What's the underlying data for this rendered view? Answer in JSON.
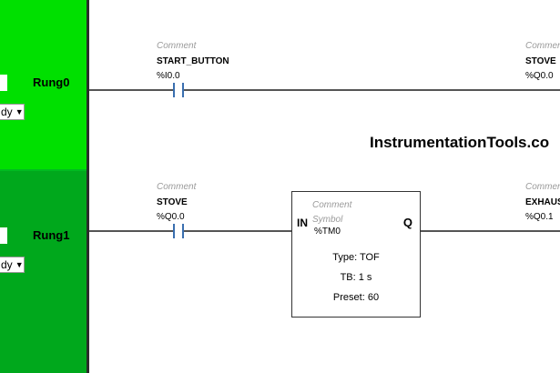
{
  "watermark": "InstrumentationTools.co",
  "rungs": [
    {
      "name": "Rung0",
      "status": "dy",
      "inputs": [
        {
          "comment": "Comment",
          "symbol": "START_BUTTON",
          "address": "%I0.0"
        }
      ],
      "output": {
        "comment": "Comment",
        "symbol": "STOVE",
        "address": "%Q0.0"
      }
    },
    {
      "name": "Rung1",
      "status": "dy",
      "inputs": [
        {
          "comment": "Comment",
          "symbol": "STOVE",
          "address": "%Q0.0"
        }
      ],
      "timer": {
        "comment": "Comment",
        "symbol": "Symbol",
        "address": "%TM0",
        "in_label": "IN",
        "q_label": "Q",
        "type": "Type: TOF",
        "tb": "TB: 1 s",
        "preset": "Preset: 60"
      },
      "output": {
        "comment": "Comment",
        "symbol": "EXHAUST",
        "address": "%Q0.1"
      }
    }
  ],
  "colors": {
    "rung0_panel": "#00e000",
    "rung1_panel": "#00a81c",
    "contact": "#3a6fb0",
    "wire": "#555555"
  }
}
